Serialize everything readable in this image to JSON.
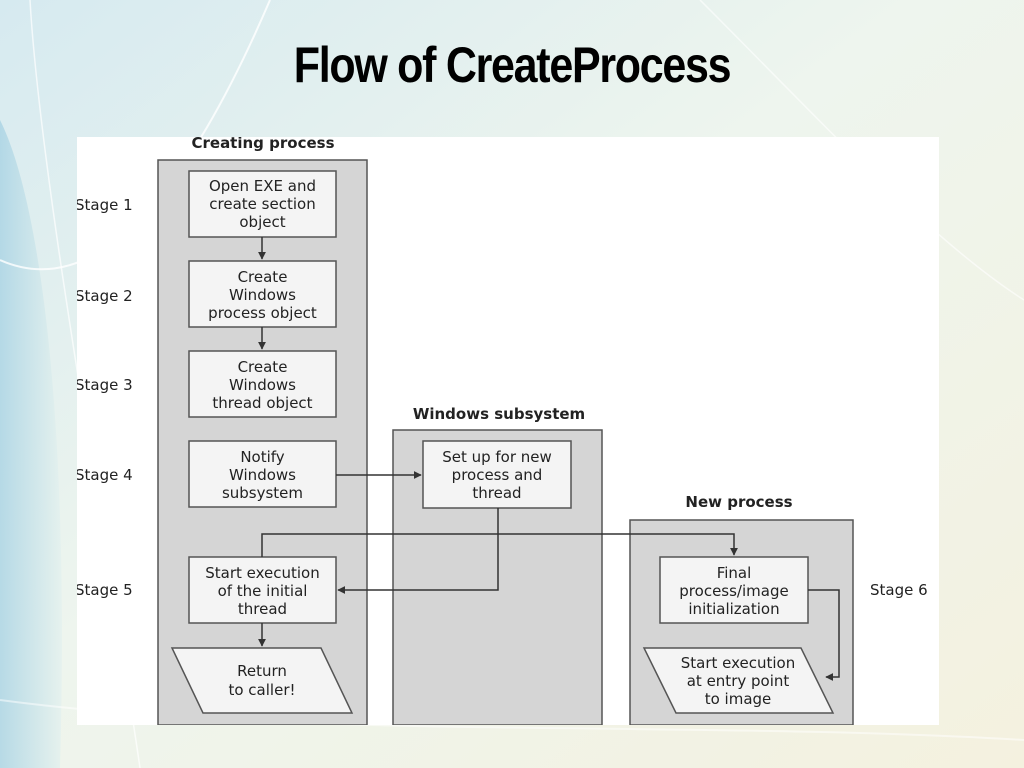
{
  "title": "Flow of CreateProcess",
  "groups": {
    "creating": "Creating process",
    "subsystem": "Windows subsystem",
    "new_process": "New process"
  },
  "stages": [
    "Stage 1",
    "Stage 2",
    "Stage 3",
    "Stage 4",
    "Stage 5",
    "Stage 6"
  ],
  "steps": {
    "open_exe": [
      "Open EXE and",
      "create section",
      "object"
    ],
    "create_process": [
      "Create",
      "Windows",
      "process object"
    ],
    "create_thread": [
      "Create",
      "Windows",
      "thread object"
    ],
    "notify": [
      "Notify",
      "Windows",
      "subsystem"
    ],
    "start_thread": [
      "Start execution",
      "of the initial",
      "thread"
    ],
    "return": [
      "Return",
      "to caller!"
    ],
    "setup": [
      "Set up for new",
      "process and",
      "thread"
    ],
    "final_init": [
      "Final",
      "process/image",
      "initialization"
    ],
    "start_entry": [
      "Start execution",
      "at entry point",
      "to image"
    ]
  },
  "colors": {
    "group_fill": "#d5d5d5",
    "box_fill": "#f4f4f4",
    "line": "#333333"
  }
}
